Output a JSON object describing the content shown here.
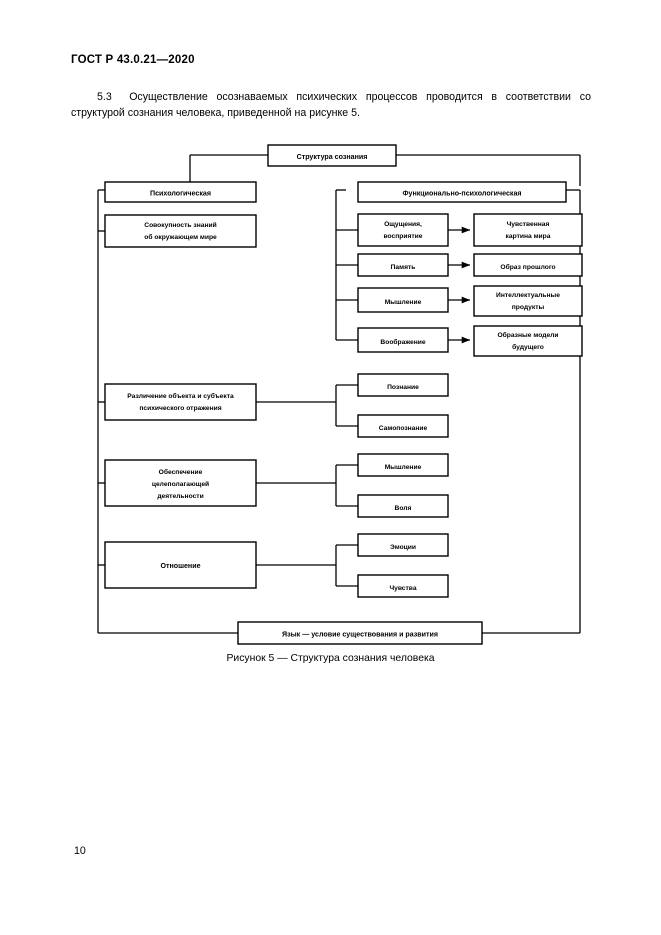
{
  "document": {
    "standard_number": "ГОСТ Р 43.0.21—2020",
    "page_number": "10",
    "paragraph": {
      "number": "5.3",
      "text": "Осуществление осознаваемых психических процессов проводится в соответствии со структурой сознания человека, приведенной на рисунке 5."
    },
    "figure_caption": "Рисунок 5 — Структура сознания человека"
  },
  "diagram": {
    "type": "hierarchical-flowchart",
    "root": "Структура сознания",
    "branch_left": "Психологическая",
    "branch_right": "Функционально-психологическая",
    "left_column": [
      "Совокупность знаний об окружающем мире",
      "Различение объекта и субъекта психического отражения",
      "Обеспечение целеполагающей деятельности",
      "Отношение"
    ],
    "left_column_lines": {
      "knowledge_l1": "Совокупность знаний",
      "knowledge_l2": "об окружающем мире",
      "distinction_l1": "Различение объекта и субъекта",
      "distinction_l2": "психического отражения",
      "purpose_l1": "Обеспечение",
      "purpose_l2": "целеполагающей",
      "purpose_l3": "деятельности",
      "attitude": "Отношение"
    },
    "functional_pairs": [
      {
        "process_l1": "Ощущения,",
        "process_l2": "восприятие",
        "result_l1": "Чувственная",
        "result_l2": "картина мира"
      },
      {
        "process_l1": "Память",
        "process_l2": "",
        "result_l1": "Образ прошлого",
        "result_l2": ""
      },
      {
        "process_l1": "Мышление",
        "process_l2": "",
        "result_l1": "Интеллектуальные",
        "result_l2": "продукты"
      },
      {
        "process_l1": "Воображение",
        "process_l2": "",
        "result_l1": "Образные модели",
        "result_l2": "будущего"
      }
    ],
    "sub_pairs": [
      {
        "top": "Познание",
        "bottom": "Самопознание"
      },
      {
        "top": "Мышление",
        "bottom": "Воля"
      },
      {
        "top": "Эмоции",
        "bottom": "Чувства"
      }
    ],
    "footer_box": "Язык — условие существования и развития"
  }
}
